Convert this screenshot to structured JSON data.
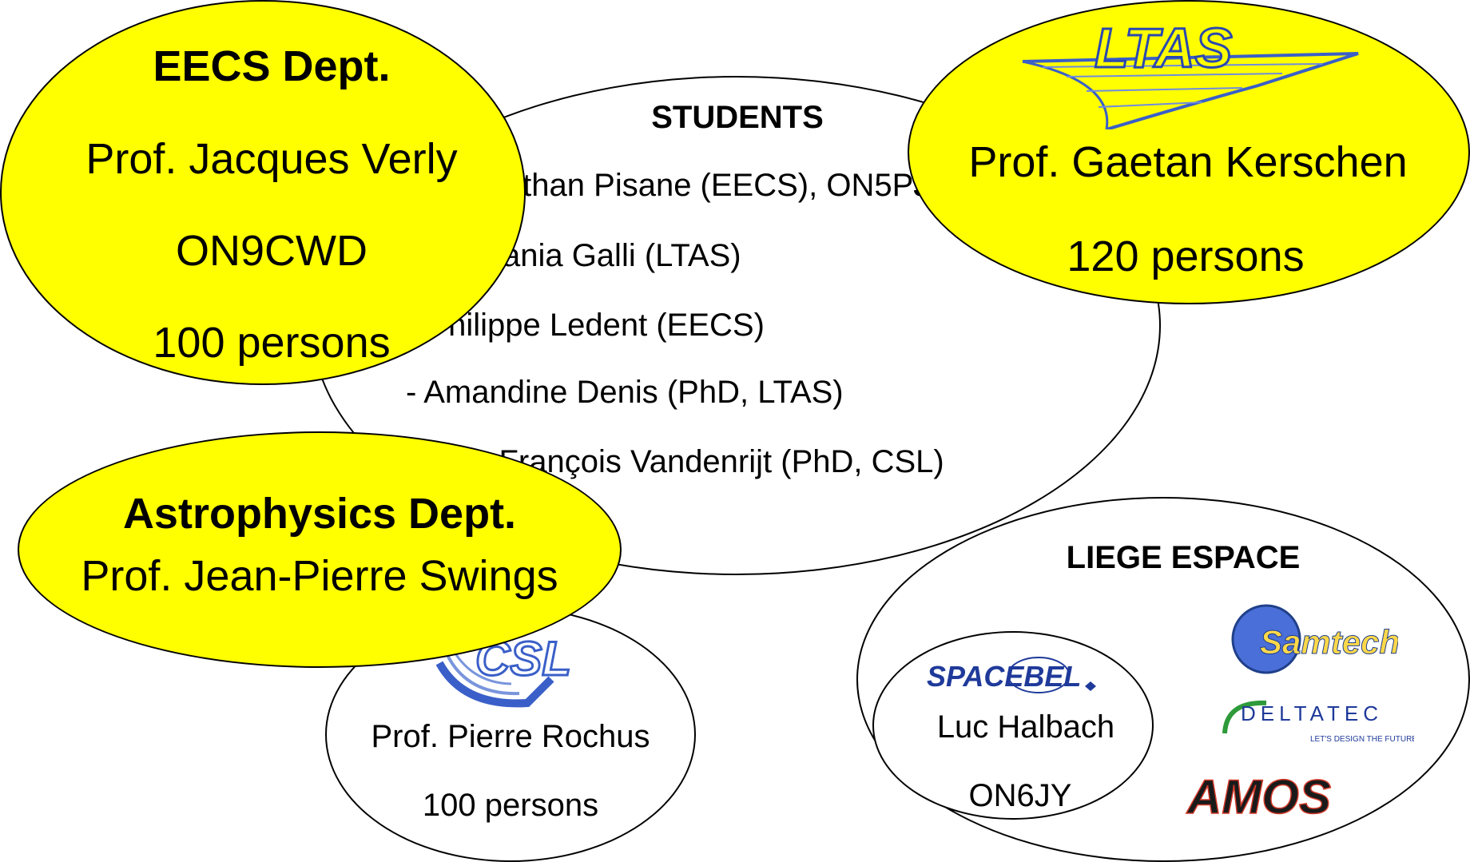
{
  "students": {
    "title": "STUDENTS",
    "lines": [
      "- Jonathan Pisane (EECS), ON5PJ",
      "- Tatiania Galli (LTAS)",
      "- Philippe Ledent (EECS)",
      "- Amandine Denis (PhD, LTAS)",
      "- Jean-François Vandenrijt (PhD, CSL)"
    ]
  },
  "eecs": {
    "title": "EECS Dept.",
    "prof": "Prof. Jacques Verly",
    "callsign": "ON9CWD",
    "size": "100 persons"
  },
  "ltas": {
    "logo_text": "LTAS",
    "prof": "Prof. Gaetan Kerschen",
    "size": "120 persons"
  },
  "astro": {
    "title": "Astrophysics Dept.",
    "prof": "Prof. Jean-Pierre Swings"
  },
  "csl": {
    "logo_text": "CSL",
    "prof": "Prof. Pierre Rochus",
    "size": "100 persons"
  },
  "liege_espace": {
    "title": "LIEGE ESPACE",
    "spacebel": {
      "logo_text": "SPACEBEL",
      "person": "Luc Halbach",
      "callsign": "ON6JY"
    },
    "samtech_logo": "Samtech",
    "deltatec_logo": "DELTATEC",
    "deltatec_tagline": "LET'S DESIGN THE FUTURE",
    "amos_logo": "AMOS"
  },
  "colors": {
    "highlight": "#ffff00",
    "outline": "#000000",
    "logo_blue": "#3a5fc8",
    "deltatec_green": "#2e9a3a",
    "amos_red": "#d23a2a"
  }
}
